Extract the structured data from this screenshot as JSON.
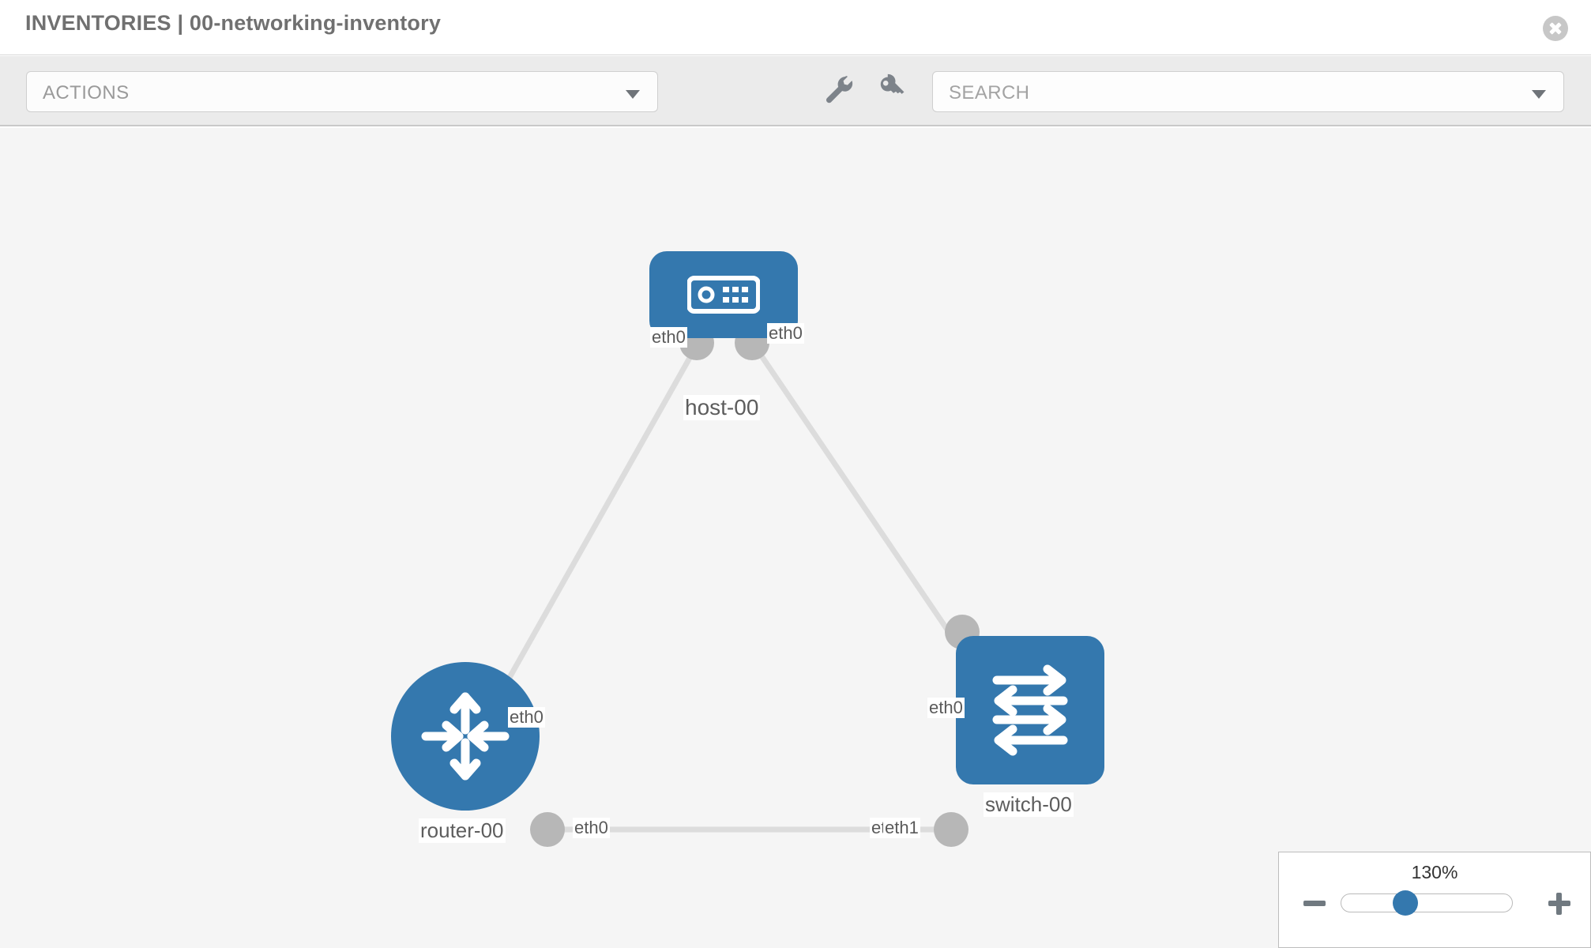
{
  "header": {
    "title": "INVENTORIES | 00-networking-inventory",
    "close_icon": "close-icon"
  },
  "toolbar": {
    "actions_label": "ACTIONS",
    "actions_caret": "chevron-down-icon",
    "wrench_icon": "wrench-icon",
    "key_icon": "key-icon",
    "search_placeholder": "SEARCH",
    "search_caret": "chevron-down-icon"
  },
  "topology": {
    "accent_color": "#3478ae",
    "link_color": "#dcdcdc",
    "knob_color": "#b7b7b7",
    "canvas_color": "#f5f5f5",
    "nodes": [
      {
        "id": "host-00",
        "label": "host-00",
        "type": "host",
        "icon": "server-icon",
        "shape": "rounded"
      },
      {
        "id": "router-00",
        "label": "router-00",
        "type": "router",
        "icon": "router-arrows-icon",
        "shape": "circle"
      },
      {
        "id": "switch-00",
        "label": "switch-00",
        "type": "switch",
        "icon": "switch-arrows-icon",
        "shape": "rounded"
      }
    ],
    "edge_labels": {
      "host_left": "eth0",
      "host_right": "eth0",
      "router_up": "eth0",
      "switch_up": "eth0",
      "router_right": "eth0",
      "switch_left_hidden": "eth0",
      "switch_left": "eth1"
    }
  },
  "zoom": {
    "value_label": "130%",
    "minus_label": "minus-icon",
    "plus_label": "plus-icon"
  }
}
